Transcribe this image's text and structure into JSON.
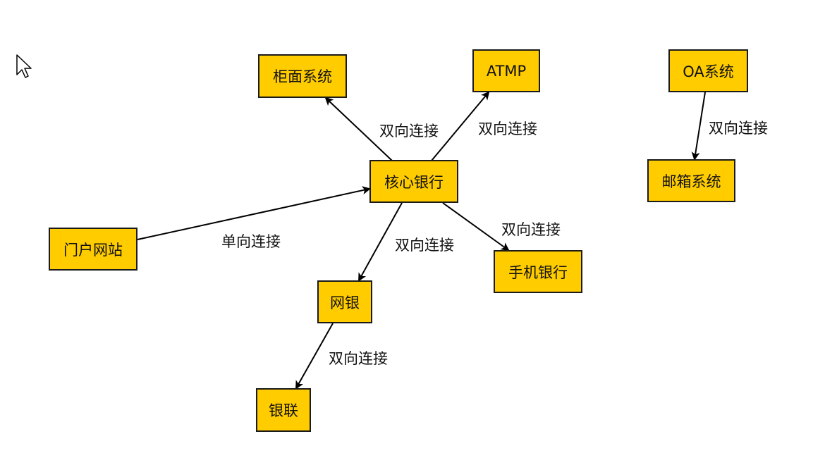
{
  "colors": {
    "node_fill": "#ffcc00",
    "node_border": "#1a1a1a",
    "edge": "#000000",
    "text": "#111111"
  },
  "nodes": {
    "guimian": "柜面系统",
    "atmp": "ATMP",
    "oa": "OA系统",
    "core": "核心银行",
    "mail": "邮箱系统",
    "portal": "门户网站",
    "mobile": "手机银行",
    "netbank": "网银",
    "unionpay": "银联"
  },
  "edges": [
    {
      "from": "core",
      "to": "guimian",
      "label": "双向连接"
    },
    {
      "from": "core",
      "to": "atmp",
      "label": "双向连接"
    },
    {
      "from": "oa",
      "to": "mail",
      "label": "双向连接"
    },
    {
      "from": "portal",
      "to": "core",
      "label": "单向连接"
    },
    {
      "from": "core",
      "to": "mobile",
      "label": "双向连接"
    },
    {
      "from": "core",
      "to": "netbank",
      "label": "双向连接"
    },
    {
      "from": "netbank",
      "to": "unionpay",
      "label": "双向连接"
    }
  ],
  "cursor_icon": "arrow-pointer-icon"
}
